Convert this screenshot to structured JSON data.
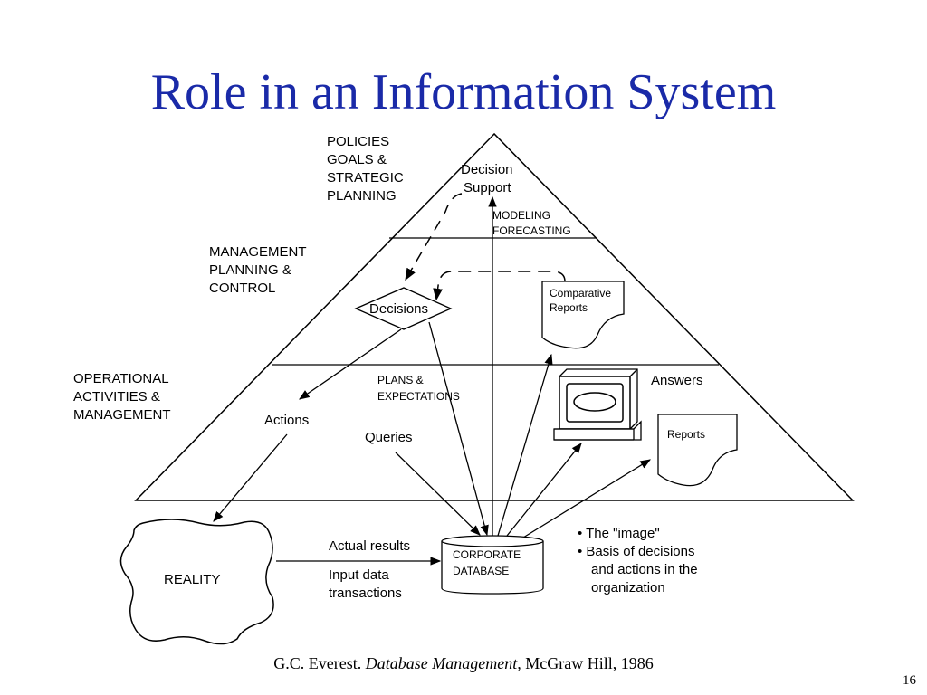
{
  "title": "Role in an Information System",
  "levels": {
    "strategic": [
      "POLICIES",
      "GOALS &",
      "STRATEGIC",
      "PLANNING"
    ],
    "management": [
      "MANAGEMENT",
      "PLANNING &",
      "CONTROL"
    ],
    "operational": [
      "OPERATIONAL",
      "ACTIVITIES &",
      "MANAGEMENT"
    ]
  },
  "nodes": {
    "decision_support": [
      "Decision",
      "Support"
    ],
    "modeling": [
      "MODELING",
      "FORECASTING"
    ],
    "decisions": "Decisions",
    "comparative_reports": [
      "Comparative",
      "Reports"
    ],
    "plans": [
      "PLANS &",
      "EXPECTATIONS"
    ],
    "answers": "Answers",
    "actions": "Actions",
    "queries": "Queries",
    "reports": "Reports",
    "reality": "REALITY",
    "database": [
      "CORPORATE",
      "DATABASE"
    ],
    "actual_results": "Actual results",
    "input_data": [
      "Input data",
      "transactions"
    ]
  },
  "bullets": [
    "• The \"image\"",
    "• Basis of decisions",
    "and actions in the",
    "organization"
  ],
  "citation": {
    "author": "G.C. Everest.",
    "book": "Database Management,",
    "publisher": "McGraw Hill, 1986"
  },
  "page_number": "16",
  "colors": {
    "title": "#1a2aa8",
    "lines": "#000000"
  }
}
